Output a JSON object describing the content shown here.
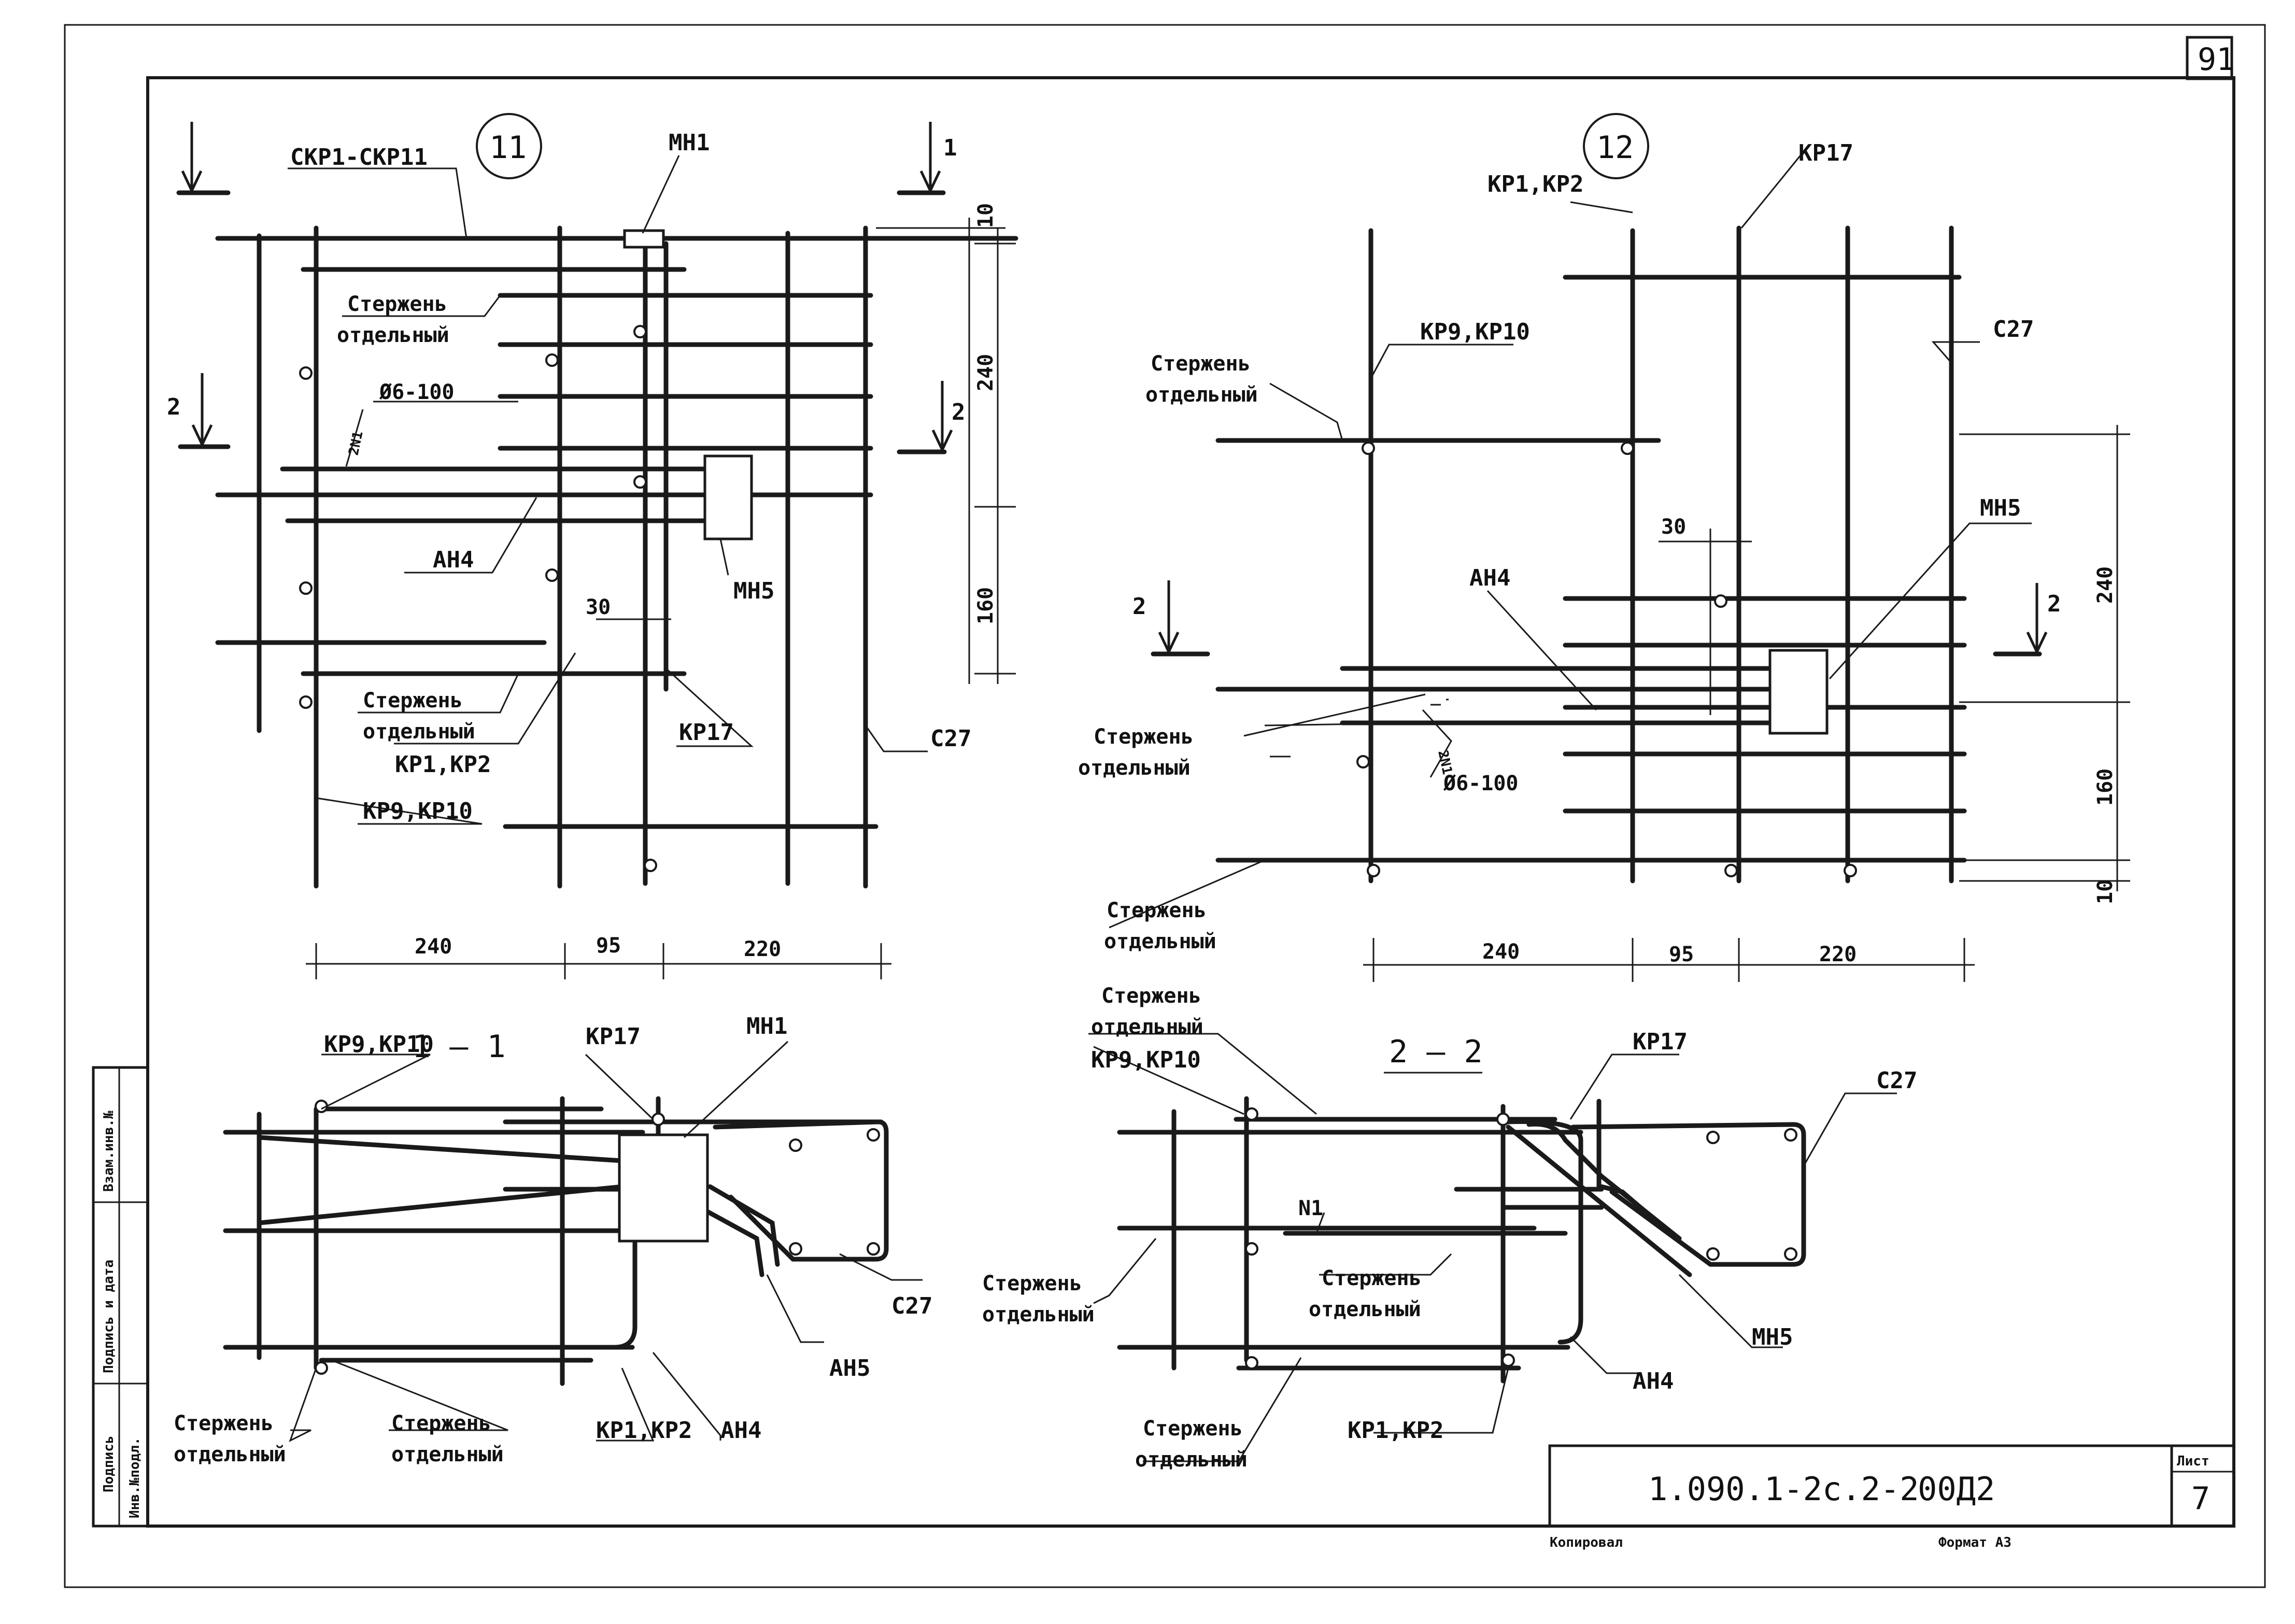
{
  "sheet": {
    "corner_number": "91",
    "stamp_code": "1.090.1-2с.2-2",
    "stamp_suffix": "00Д2",
    "list_label": "Лист",
    "list_number": "7",
    "copied_label": "Копировал",
    "format_label": "Формат А3"
  },
  "side_stamp": [
    "Взам.инв.№",
    "Подпись и дата",
    "Подпись",
    "Инв.№подл."
  ],
  "node11": {
    "number": "11",
    "cut1": "1",
    "cut2": "2",
    "labels": {
      "ckp": "СКР1-СКР11",
      "mh1": "МН1",
      "rod1a": "Стержень",
      "rod1b": "отдельный",
      "rod2a": "Стержень",
      "rod2b": "отдельный",
      "n1": "2N1",
      "spacing": "Ø6-100",
      "ah4": "АН4",
      "mh5": "МН5",
      "kp17": "КР17",
      "kp12": "КР1,КР2",
      "kp910": "КР9,КР10",
      "c27": "С27"
    },
    "dims": {
      "d30": "30",
      "h240": "240",
      "h160": "160",
      "h10": "10",
      "w240": "240",
      "w95": "95",
      "w220": "220"
    }
  },
  "node12": {
    "number": "12",
    "cut2": "2",
    "labels": {
      "kp17": "КР17",
      "kp12": "КР1,КР2",
      "kp910": "КР9,КР10",
      "c27": "С27",
      "rod1a": "Стержень",
      "rod1b": "отдельный",
      "rod2a": "Стержень",
      "rod2b": "отдельный",
      "rod3a": "Стержень",
      "rod3b": "отдельный",
      "mh5": "МН5",
      "ah4": "АН4",
      "n1": "2N1",
      "spacing": "Ø6-100"
    },
    "dims": {
      "d30": "30",
      "h240": "240",
      "h160": "160",
      "h10": "10",
      "w240": "240",
      "w95": "95",
      "w220": "220"
    }
  },
  "section11": {
    "title": "1 – 1",
    "labels": {
      "kp910": "КР9,КР10",
      "kp17": "КР17",
      "mh1": "МН1",
      "c27": "С27",
      "ah5": "АН5",
      "ah4": "АН4",
      "kp12": "КР1,КР2",
      "rodA1": "Стержень",
      "rodA2": "отдельный",
      "rodB1": "Стержень",
      "rodB2": "отдельный"
    }
  },
  "section22": {
    "title": "2 – 2",
    "labels": {
      "rodTop1": "Стержень",
      "rodTop2": "отдельный",
      "kp910": "КР9,КР10",
      "kp17": "КР17",
      "c27": "С27",
      "n1": "N1",
      "rodL1": "Стержень",
      "rodL2": "отдельный",
      "rodM1": "Стержень",
      "rodM2": "отдельный",
      "mh5": "МН5",
      "ah4": "АН4",
      "kp12": "КР1,КР2",
      "rodB1": "Стержень",
      "rodB2": "отдельный"
    }
  }
}
